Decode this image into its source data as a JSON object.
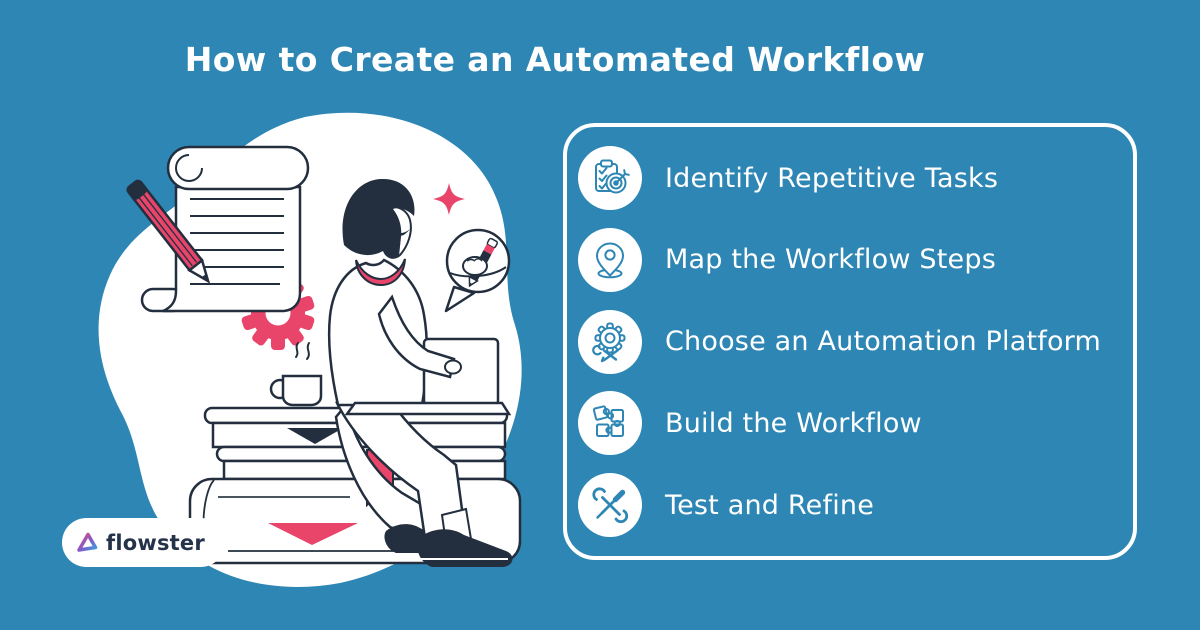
{
  "page": {
    "title": "How to Create an Automated Workflow",
    "background_color": "#2E86B4",
    "accent_color": "#E9446A",
    "ink_color": "#232F3E",
    "text_color": "#FFFFFF"
  },
  "brand": {
    "name": "flowster",
    "logo_icon": "flowster-triangle-logo"
  },
  "steps": [
    {
      "label": "Identify Repetitive Tasks",
      "icon": "clipboard-target-icon"
    },
    {
      "label": "Map the Workflow Steps",
      "icon": "map-pin-icon"
    },
    {
      "label": "Choose an Automation Platform",
      "icon": "gear-tools-icon"
    },
    {
      "label": "Build the Workflow",
      "icon": "puzzle-pieces-icon"
    },
    {
      "label": "Test and Refine",
      "icon": "wrench-screwdriver-icon"
    }
  ],
  "illustration": {
    "alt": "Person sitting on a stack of books typing on a laptop, next to a written scroll with a pencil, a gear, a coffee mug, a sparkle and a speech bubble with a hand writing"
  }
}
